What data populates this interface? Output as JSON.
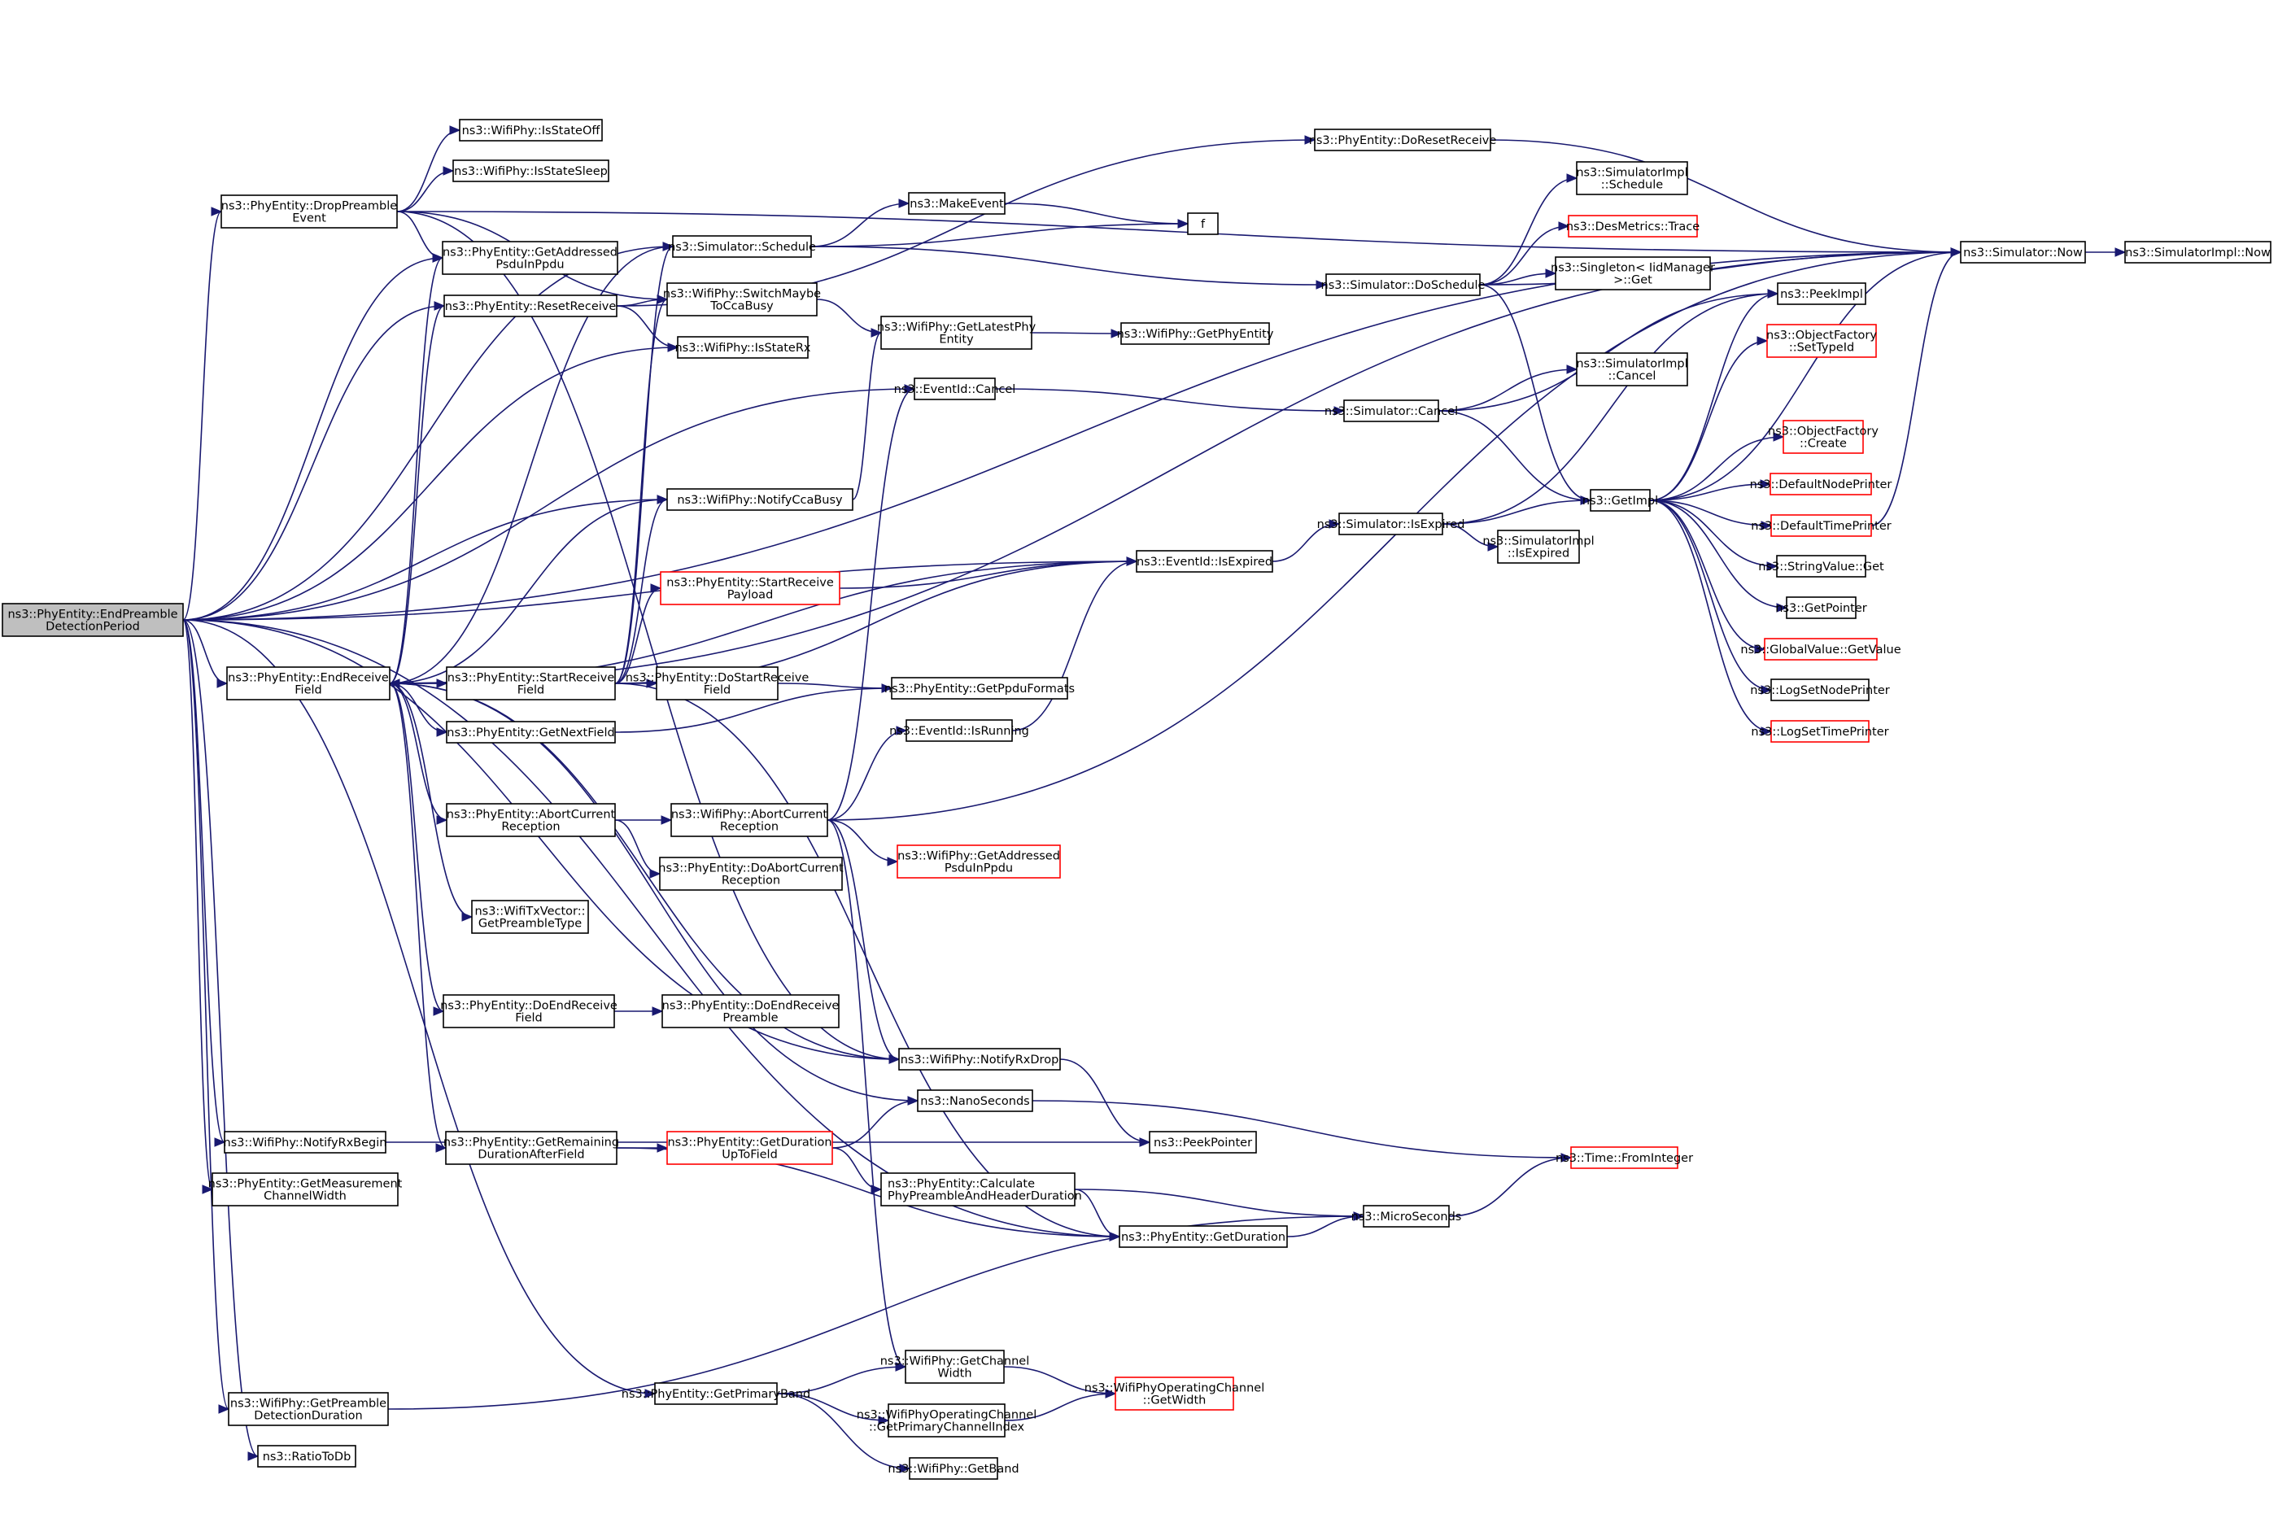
{
  "title": "ns3::PhyEntity::EndPreambleDetectionPeriod call graph",
  "colors": {
    "edge": "#191970",
    "node_border": "#000000",
    "undocumented_border": "#ff0000",
    "root_fill": "#bfbfbf"
  },
  "nodes": [
    {
      "id": "root",
      "lines": [
        "ns3::PhyEntity::EndPreamble",
        "DetectionPeriod"
      ],
      "style": "root"
    },
    {
      "id": "dropPreamble",
      "lines": [
        "ns3::PhyEntity::DropPreamble",
        "Event"
      ]
    },
    {
      "id": "isStateOff",
      "lines": [
        "ns3::WifiPhy::IsStateOff"
      ]
    },
    {
      "id": "isStateSleep",
      "lines": [
        "ns3::WifiPhy::IsStateSleep"
      ]
    },
    {
      "id": "getAddrPsdu",
      "lines": [
        "ns3::PhyEntity::GetAddressed",
        "PsduInPpdu"
      ]
    },
    {
      "id": "resetReceive",
      "lines": [
        "ns3::PhyEntity::ResetReceive"
      ]
    },
    {
      "id": "schedule",
      "lines": [
        "ns3::Simulator::Schedule"
      ]
    },
    {
      "id": "switchCca",
      "lines": [
        "ns3::WifiPhy::SwitchMaybe",
        "ToCcaBusy"
      ]
    },
    {
      "id": "isStateRx",
      "lines": [
        "ns3::WifiPhy::IsStateRx"
      ]
    },
    {
      "id": "makeEvent",
      "lines": [
        "ns3::MakeEvent"
      ]
    },
    {
      "id": "f",
      "lines": [
        "f"
      ]
    },
    {
      "id": "doResetReceive",
      "lines": [
        "ns3::PhyEntity::DoResetReceive"
      ]
    },
    {
      "id": "getLatestPhy",
      "lines": [
        "ns3::WifiPhy::GetLatestPhy",
        "Entity"
      ]
    },
    {
      "id": "getPhyEntity",
      "lines": [
        "ns3::WifiPhy::GetPhyEntity"
      ]
    },
    {
      "id": "doSchedule",
      "lines": [
        "ns3::Simulator::DoSchedule"
      ]
    },
    {
      "id": "implSchedule",
      "lines": [
        "ns3::SimulatorImpl",
        "::Schedule"
      ]
    },
    {
      "id": "desTrace",
      "lines": [
        "ns3::DesMetrics::Trace"
      ],
      "style": "red"
    },
    {
      "id": "singleton",
      "lines": [
        "ns3::Singleton< IidManager",
        ">::Get"
      ]
    },
    {
      "id": "now",
      "lines": [
        "ns3::Simulator::Now"
      ]
    },
    {
      "id": "implNow",
      "lines": [
        "ns3::SimulatorImpl::Now"
      ]
    },
    {
      "id": "peekImpl",
      "lines": [
        "ns3::PeekImpl"
      ]
    },
    {
      "id": "setTypeId",
      "lines": [
        "ns3::ObjectFactory",
        "::SetTypeId"
      ],
      "style": "red"
    },
    {
      "id": "eventCancel",
      "lines": [
        "ns3::EventId::Cancel"
      ]
    },
    {
      "id": "simCancel",
      "lines": [
        "ns3::Simulator::Cancel"
      ]
    },
    {
      "id": "implCancel",
      "lines": [
        "ns3::SimulatorImpl",
        "::Cancel"
      ]
    },
    {
      "id": "ofCreate",
      "lines": [
        "ns3::ObjectFactory",
        "::Create"
      ],
      "style": "red"
    },
    {
      "id": "getImpl",
      "lines": [
        "ns3::GetImpl"
      ]
    },
    {
      "id": "defNodePrinter",
      "lines": [
        "ns3::DefaultNodePrinter"
      ],
      "style": "red"
    },
    {
      "id": "defTimePrinter",
      "lines": [
        "ns3::DefaultTimePrinter"
      ],
      "style": "red"
    },
    {
      "id": "simIsExpired",
      "lines": [
        "ns3::Simulator::IsExpired"
      ]
    },
    {
      "id": "implIsExpired",
      "lines": [
        "ns3::SimulatorImpl",
        "::IsExpired"
      ]
    },
    {
      "id": "stringGet",
      "lines": [
        "ns3::StringValue::Get"
      ]
    },
    {
      "id": "getPointer",
      "lines": [
        "ns3::GetPointer"
      ]
    },
    {
      "id": "gvGetValue",
      "lines": [
        "ns3::GlobalValue::GetValue"
      ],
      "style": "red"
    },
    {
      "id": "logNodePrinter",
      "lines": [
        "ns3::LogSetNodePrinter"
      ]
    },
    {
      "id": "logTimePrinter",
      "lines": [
        "ns3::LogSetTimePrinter"
      ],
      "style": "red"
    },
    {
      "id": "notifyCca",
      "lines": [
        "ns3::WifiPhy::NotifyCcaBusy"
      ]
    },
    {
      "id": "eventIsExpired",
      "lines": [
        "ns3::EventId::IsExpired"
      ]
    },
    {
      "id": "startRecvPayload",
      "lines": [
        "ns3::PhyEntity::StartReceive",
        "Payload"
      ],
      "style": "red"
    },
    {
      "id": "endRecvField",
      "lines": [
        "ns3::PhyEntity::EndReceive",
        "Field"
      ]
    },
    {
      "id": "startRecvField",
      "lines": [
        "ns3::PhyEntity::StartReceive",
        "Field"
      ]
    },
    {
      "id": "doStartRecvField",
      "lines": [
        "ns3::PhyEntity::DoStartReceive",
        "Field"
      ]
    },
    {
      "id": "getPpduFormats",
      "lines": [
        "ns3::PhyEntity::GetPpduFormats"
      ]
    },
    {
      "id": "getNextField",
      "lines": [
        "ns3::PhyEntity::GetNextField"
      ]
    },
    {
      "id": "isRunning",
      "lines": [
        "ns3::EventId::IsRunning"
      ]
    },
    {
      "id": "peAbort",
      "lines": [
        "ns3::PhyEntity::AbortCurrent",
        "Reception"
      ]
    },
    {
      "id": "wpAbort",
      "lines": [
        "ns3::WifiPhy::AbortCurrent",
        "Reception"
      ]
    },
    {
      "id": "wpGetAddrPsdu",
      "lines": [
        "ns3::WifiPhy::GetAddressed",
        "PsduInPpdu"
      ],
      "style": "red"
    },
    {
      "id": "doAbort",
      "lines": [
        "ns3::PhyEntity::DoAbortCurrent",
        "Reception"
      ]
    },
    {
      "id": "getPreambleType",
      "lines": [
        "ns3::WifiTxVector::",
        "GetPreambleType"
      ]
    },
    {
      "id": "doEndRecvField",
      "lines": [
        "ns3::PhyEntity::DoEndReceive",
        "Field"
      ]
    },
    {
      "id": "doEndRecvPreamble",
      "lines": [
        "ns3::PhyEntity::DoEndReceive",
        "Preamble"
      ]
    },
    {
      "id": "notifyRxDrop",
      "lines": [
        "ns3::WifiPhy::NotifyRxDrop"
      ]
    },
    {
      "id": "nanoSeconds",
      "lines": [
        "ns3::NanoSeconds"
      ]
    },
    {
      "id": "notifyRxBegin",
      "lines": [
        "ns3::WifiPhy::NotifyRxBegin"
      ]
    },
    {
      "id": "getRemaining",
      "lines": [
        "ns3::PhyEntity::GetRemaining",
        "DurationAfterField"
      ]
    },
    {
      "id": "getDurUpTo",
      "lines": [
        "ns3::PhyEntity::GetDuration",
        "UpToField"
      ],
      "style": "red"
    },
    {
      "id": "peekPointer",
      "lines": [
        "ns3::PeekPointer"
      ]
    },
    {
      "id": "timeFromInt",
      "lines": [
        "ns3::Time::FromInteger"
      ],
      "style": "red"
    },
    {
      "id": "getMeasCw",
      "lines": [
        "ns3::PhyEntity::GetMeasurement",
        "ChannelWidth"
      ]
    },
    {
      "id": "calcPreamble",
      "lines": [
        "ns3::PhyEntity::Calculate",
        "PhyPreambleAndHeaderDuration"
      ],
      "align": "left"
    },
    {
      "id": "microSeconds",
      "lines": [
        "ns3::MicroSeconds"
      ]
    },
    {
      "id": "getDuration",
      "lines": [
        "ns3::PhyEntity::GetDuration"
      ]
    },
    {
      "id": "getChanWidth",
      "lines": [
        "ns3::WifiPhy::GetChannel",
        "Width"
      ]
    },
    {
      "id": "opGetWidth",
      "lines": [
        "ns3::WifiPhyOperatingChannel",
        "::GetWidth"
      ],
      "style": "red"
    },
    {
      "id": "getPrimaryBand",
      "lines": [
        "ns3::PhyEntity::GetPrimaryBand"
      ]
    },
    {
      "id": "getPrimaryIdx",
      "lines": [
        "ns3::WifiPhyOperatingChannel",
        "::GetPrimaryChannelIndex"
      ]
    },
    {
      "id": "getBand",
      "lines": [
        "ns3::WifiPhy::GetBand"
      ]
    },
    {
      "id": "getPreambleDet",
      "lines": [
        "ns3::WifiPhy::GetPreamble",
        "DetectionDuration"
      ]
    },
    {
      "id": "ratioToDb",
      "lines": [
        "ns3::RatioToDb"
      ]
    }
  ],
  "edges": [
    [
      "root",
      "dropPreamble"
    ],
    [
      "root",
      "getAddrPsdu"
    ],
    [
      "root",
      "resetReceive"
    ],
    [
      "root",
      "schedule"
    ],
    [
      "root",
      "isStateRx"
    ],
    [
      "root",
      "eventCancel"
    ],
    [
      "root",
      "eventIsExpired"
    ],
    [
      "root",
      "notifyCca"
    ],
    [
      "root",
      "endRecvField"
    ],
    [
      "root",
      "notifyRxDrop"
    ],
    [
      "root",
      "now"
    ],
    [
      "root",
      "notifyRxBegin"
    ],
    [
      "root",
      "getMeasCw"
    ],
    [
      "root",
      "getDuration"
    ],
    [
      "root",
      "getPrimaryBand"
    ],
    [
      "root",
      "getPreambleDet"
    ],
    [
      "root",
      "ratioToDb"
    ],
    [
      "dropPreamble",
      "isStateOff"
    ],
    [
      "dropPreamble",
      "isStateSleep"
    ],
    [
      "dropPreamble",
      "getAddrPsdu"
    ],
    [
      "dropPreamble",
      "switchCca"
    ],
    [
      "dropPreamble",
      "now"
    ],
    [
      "dropPreamble",
      "notifyRxDrop"
    ],
    [
      "resetReceive",
      "doResetReceive"
    ],
    [
      "resetReceive",
      "isStateRx"
    ],
    [
      "resetReceive",
      "switchCca"
    ],
    [
      "schedule",
      "makeEvent"
    ],
    [
      "schedule",
      "f"
    ],
    [
      "schedule",
      "doSchedule"
    ],
    [
      "makeEvent",
      "f"
    ],
    [
      "switchCca",
      "getLatestPhy"
    ],
    [
      "getLatestPhy",
      "getPhyEntity"
    ],
    [
      "doResetReceive",
      "now"
    ],
    [
      "doSchedule",
      "implSchedule"
    ],
    [
      "doSchedule",
      "desTrace"
    ],
    [
      "doSchedule",
      "singleton"
    ],
    [
      "doSchedule",
      "now"
    ],
    [
      "doSchedule",
      "getImpl"
    ],
    [
      "now",
      "implNow"
    ],
    [
      "eventCancel",
      "simCancel"
    ],
    [
      "simCancel",
      "implCancel"
    ],
    [
      "simCancel",
      "getImpl"
    ],
    [
      "simCancel",
      "peekImpl"
    ],
    [
      "getImpl",
      "peekImpl"
    ],
    [
      "getImpl",
      "setTypeId"
    ],
    [
      "getImpl",
      "ofCreate"
    ],
    [
      "getImpl",
      "defNodePrinter"
    ],
    [
      "getImpl",
      "defTimePrinter"
    ],
    [
      "getImpl",
      "stringGet"
    ],
    [
      "getImpl",
      "getPointer"
    ],
    [
      "getImpl",
      "gvGetValue"
    ],
    [
      "getImpl",
      "logNodePrinter"
    ],
    [
      "getImpl",
      "logTimePrinter"
    ],
    [
      "getImpl",
      "now"
    ],
    [
      "defTimePrinter",
      "now"
    ],
    [
      "simIsExpired",
      "getImpl"
    ],
    [
      "simIsExpired",
      "implIsExpired"
    ],
    [
      "simIsExpired",
      "peekImpl"
    ],
    [
      "eventIsExpired",
      "simIsExpired"
    ],
    [
      "notifyCca",
      "getLatestPhy"
    ],
    [
      "startRecvPayload",
      "eventIsExpired"
    ],
    [
      "endRecvField",
      "startRecvField"
    ],
    [
      "endRecvField",
      "getNextField"
    ],
    [
      "endRecvField",
      "peAbort"
    ],
    [
      "endRecvField",
      "getPreambleType"
    ],
    [
      "endRecvField",
      "doEndRecvField"
    ],
    [
      "endRecvField",
      "getRemaining"
    ],
    [
      "endRecvField",
      "notifyCca"
    ],
    [
      "endRecvField",
      "eventIsExpired"
    ],
    [
      "endRecvField",
      "resetReceive"
    ],
    [
      "endRecvField",
      "schedule"
    ],
    [
      "endRecvField",
      "getAddrPsdu"
    ],
    [
      "endRecvField",
      "now"
    ],
    [
      "endRecvField",
      "notifyRxDrop"
    ],
    [
      "endRecvField",
      "nanoSeconds"
    ],
    [
      "startRecvField",
      "endRecvField"
    ],
    [
      "startRecvField",
      "doStartRecvField"
    ],
    [
      "startRecvField",
      "startRecvPayload"
    ],
    [
      "startRecvField",
      "eventIsExpired"
    ],
    [
      "startRecvField",
      "notifyCca"
    ],
    [
      "startRecvField",
      "switchCca"
    ],
    [
      "startRecvField",
      "schedule"
    ],
    [
      "startRecvField",
      "getDuration"
    ],
    [
      "doStartRecvField",
      "getPpduFormats"
    ],
    [
      "getNextField",
      "getPpduFormats"
    ],
    [
      "isRunning",
      "eventIsExpired"
    ],
    [
      "peAbort",
      "wpAbort"
    ],
    [
      "peAbort",
      "doAbort"
    ],
    [
      "wpAbort",
      "wpGetAddrPsdu"
    ],
    [
      "wpAbort",
      "notifyRxDrop"
    ],
    [
      "wpAbort",
      "eventCancel"
    ],
    [
      "wpAbort",
      "isRunning"
    ],
    [
      "wpAbort",
      "now"
    ],
    [
      "wpAbort",
      "getChanWidth"
    ],
    [
      "doEndRecvField",
      "doEndRecvPreamble"
    ],
    [
      "notifyRxDrop",
      "peekPointer"
    ],
    [
      "nanoSeconds",
      "timeFromInt"
    ],
    [
      "notifyRxBegin",
      "peekPointer"
    ],
    [
      "getRemaining",
      "getDurUpTo"
    ],
    [
      "getRemaining",
      "getDuration"
    ],
    [
      "getDurUpTo",
      "nanoSeconds"
    ],
    [
      "getDurUpTo",
      "calcPreamble"
    ],
    [
      "calcPreamble",
      "microSeconds"
    ],
    [
      "calcPreamble",
      "getDuration"
    ],
    [
      "getDuration",
      "microSeconds"
    ],
    [
      "microSeconds",
      "timeFromInt"
    ],
    [
      "getPrimaryBand",
      "getChanWidth"
    ],
    [
      "getPrimaryBand",
      "getPrimaryIdx"
    ],
    [
      "getPrimaryBand",
      "getBand"
    ],
    [
      "getChanWidth",
      "opGetWidth"
    ],
    [
      "getPrimaryIdx",
      "opGetWidth"
    ],
    [
      "getPreambleDet",
      "microSeconds"
    ]
  ]
}
